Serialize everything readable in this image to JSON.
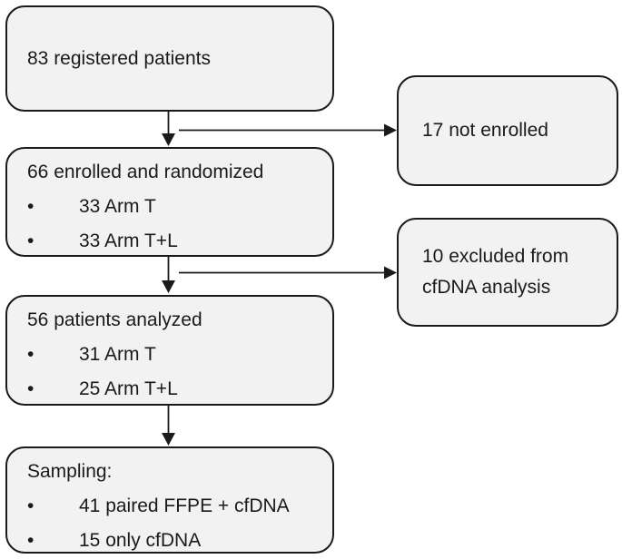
{
  "colors": {
    "box_fill": "#f2f2f2",
    "box_border": "#1a1a1a",
    "text": "#1a1a1a",
    "arrow": "#1a1a1a",
    "background": "#ffffff"
  },
  "flow": {
    "bullet_char": "•",
    "registered": {
      "label": "83 registered patients"
    },
    "not_enrolled": {
      "label": "17 not enrolled"
    },
    "enrolled": {
      "title": "66 enrolled and randomized",
      "bullets": [
        "33 Arm T",
        "33 Arm T+L"
      ]
    },
    "excluded": {
      "label": "10 excluded from cfDNA analysis"
    },
    "analyzed": {
      "title": "56 patients analyzed",
      "bullets": [
        "31 Arm T",
        "25 Arm T+L"
      ]
    },
    "sampling": {
      "title": "Sampling:",
      "bullets": [
        "41 paired FFPE + cfDNA",
        "15 only cfDNA"
      ]
    }
  }
}
